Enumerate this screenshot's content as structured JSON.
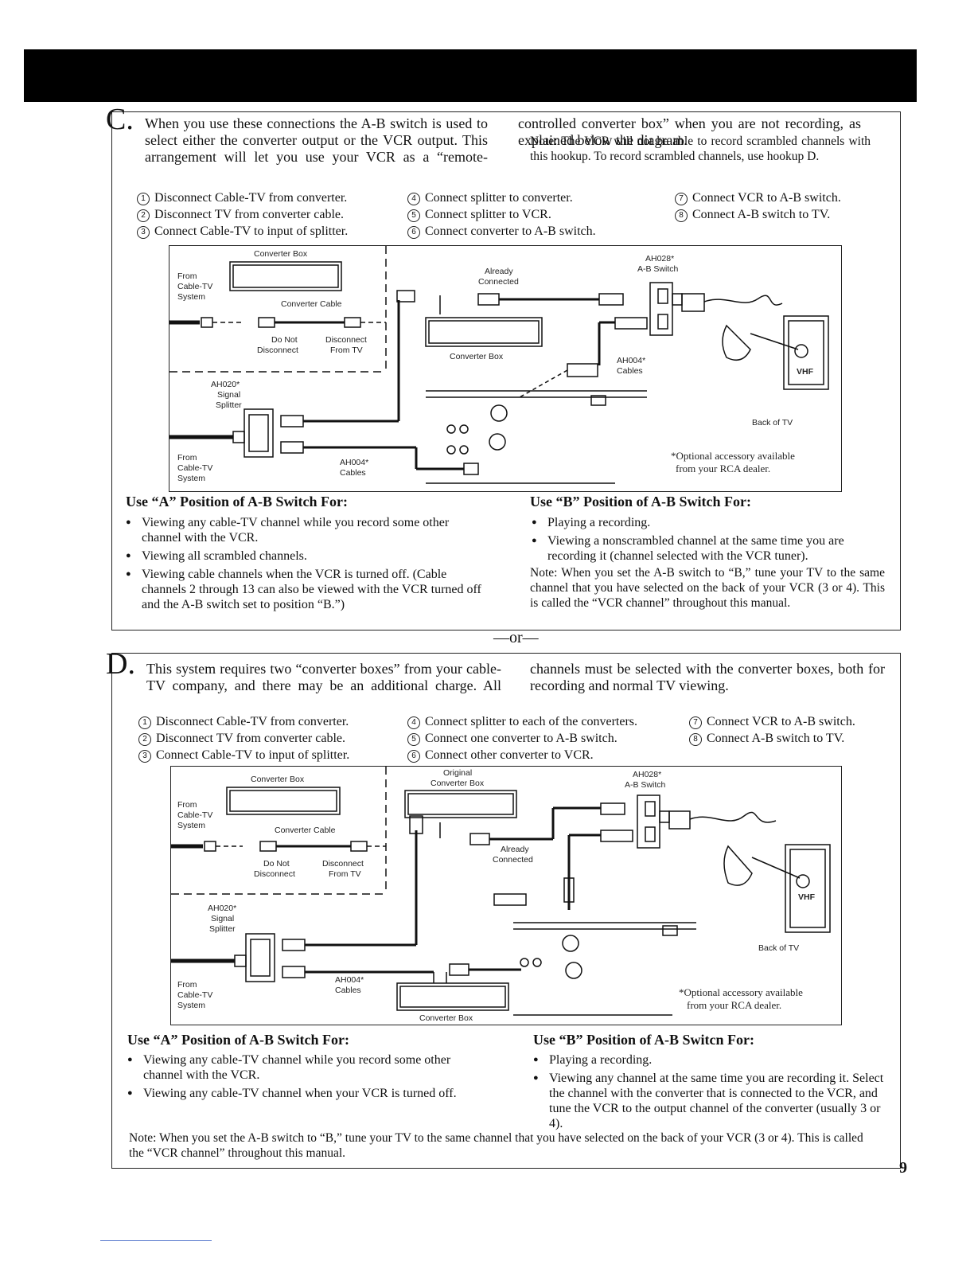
{
  "page_number": "9",
  "or_separator": "—or—",
  "section_c": {
    "letter": "C.",
    "intro": "When you use these connections the A-B switch is used to select either the converter output or the VCR output. This arrangement will let you use your VCR as a “remote-controlled converter box” when you are not recording, as explained below the diagram.",
    "note": "Note: The VCR will not be able to record scrambled channels with this hookup. To record scrambled channels, use hookup D.",
    "steps": [
      {
        "num": "1",
        "text": "Disconnect Cable-TV from converter."
      },
      {
        "num": "2",
        "text": "Disconnect TV from converter cable."
      },
      {
        "num": "3",
        "text": "Connect Cable-TV to input of splitter."
      },
      {
        "num": "4",
        "text": "Connect splitter to converter."
      },
      {
        "num": "5",
        "text": "Connect splitter to VCR."
      },
      {
        "num": "6",
        "text": "Connect converter to A-B switch."
      },
      {
        "num": "7",
        "text": "Connect VCR to A-B switch."
      },
      {
        "num": "8",
        "text": "Connect A-B switch to TV."
      }
    ],
    "diagram": {
      "converter_box_top": "Converter Box",
      "from_cable_tv": [
        "From",
        "Cable-TV",
        "System"
      ],
      "converter_cable": "Converter Cable",
      "do_not_disconnect": [
        "Do Not",
        "Disconnect"
      ],
      "disconnect_from_tv": [
        "Disconnect",
        "From TV"
      ],
      "splitter": [
        "AH020*",
        "Signal",
        "Splitter"
      ],
      "from_cable_tv_bottom": [
        "From",
        "Cable-TV",
        "System"
      ],
      "ah004_cables": [
        "AH004*",
        "Cables"
      ],
      "already_connected": [
        "Already",
        "Connected"
      ],
      "converter_box_mid": "Converter Box",
      "ab_switch": [
        "AH028*",
        "A-B Switch"
      ],
      "ah004_cables_right": [
        "AH004*",
        "Cables"
      ],
      "back_of_tv": "Back of TV",
      "vhf": "VHF",
      "optional": [
        "*Optional accessory available",
        "from your RCA dealer."
      ]
    },
    "use_a_heading": "Use “A” Position of A-B Switch For:",
    "use_a_items": [
      "Viewing any cable-TV channel while you record some other channel with the VCR.",
      "Viewing all scrambled channels.",
      "Viewing cable channels when the VCR is turned off. (Cable channels 2 through 13 can also be viewed with the VCR turned off and the A-B switch set to position “B.”)"
    ],
    "use_b_heading": "Use “B” Position of A-B Switch For:",
    "use_b_items": [
      "Playing a recording.",
      "Viewing a nonscrambled channel at the same time you are recording it (channel selected with the VCR tuner)."
    ],
    "use_b_note": "Note: When you set the A-B switch to “B,” tune your TV to the same channel that you have selected on the back of your VCR (3 or 4). This is called the “VCR channel” throughout this manual."
  },
  "section_d": {
    "letter": "D.",
    "intro": "This system requires two “converter boxes” from your cable-TV company, and there may be an additional charge. All channels must be selected with the converter boxes, both for recording and normal TV viewing.",
    "steps": [
      {
        "num": "1",
        "text": "Disconnect Cable-TV from converter."
      },
      {
        "num": "2",
        "text": "Disconnect TV from converter cable."
      },
      {
        "num": "3",
        "text": "Connect Cable-TV to input of splitter."
      },
      {
        "num": "4",
        "text": "Connect splitter to each of the converters."
      },
      {
        "num": "5",
        "text": "Connect one converter to A-B switch."
      },
      {
        "num": "6",
        "text": "Connect other converter to VCR."
      },
      {
        "num": "7",
        "text": "Connect VCR to A-B switch."
      },
      {
        "num": "8",
        "text": "Connect A-B switch to TV."
      }
    ],
    "diagram": {
      "converter_box_top": "Converter Box",
      "from_cable_tv": [
        "From",
        "Cable-TV",
        "System"
      ],
      "converter_cable": "Converter Cable",
      "do_not_disconnect": [
        "Do Not",
        "Disconnect"
      ],
      "disconnect_from_tv": [
        "Disconnect",
        "From TV"
      ],
      "splitter": [
        "AH020*",
        "Signal",
        "Splitter"
      ],
      "from_cable_tv_bottom": [
        "From",
        "Cable-TV",
        "System"
      ],
      "ah004_cables": [
        "AH004*",
        "Cables"
      ],
      "original_converter": [
        "Original",
        "Converter Box"
      ],
      "already_connected": [
        "Already",
        "Connected"
      ],
      "ab_switch": [
        "AH028*",
        "A-B Switch"
      ],
      "back_of_tv": "Back of TV",
      "vhf": "VHF",
      "converter_box_bottom": "Converter Box",
      "optional": [
        "*Optional accessory available",
        "from your RCA dealer."
      ]
    },
    "use_a_heading": "Use “A” Position of A-B Switch For:",
    "use_a_items": [
      "Viewing any cable-TV channel while you record some other channel with the VCR.",
      "Viewing any cable-TV channel when your VCR is turned off."
    ],
    "use_b_heading": "Use “B” Position of A-B Switcn For:",
    "use_b_items": [
      "Playing a recording.",
      "Viewing any channel at the same time you are recording it. Select the channel with the converter that is connected to the VCR, and tune the VCR to the output channel of the converter (usually 3 or 4)."
    ],
    "note": "Note: When you set the A-B switch to “B,” tune your TV to the same channel that you have selected on the back of your VCR (3 or 4). This is called the “VCR channel” throughout this manual."
  }
}
